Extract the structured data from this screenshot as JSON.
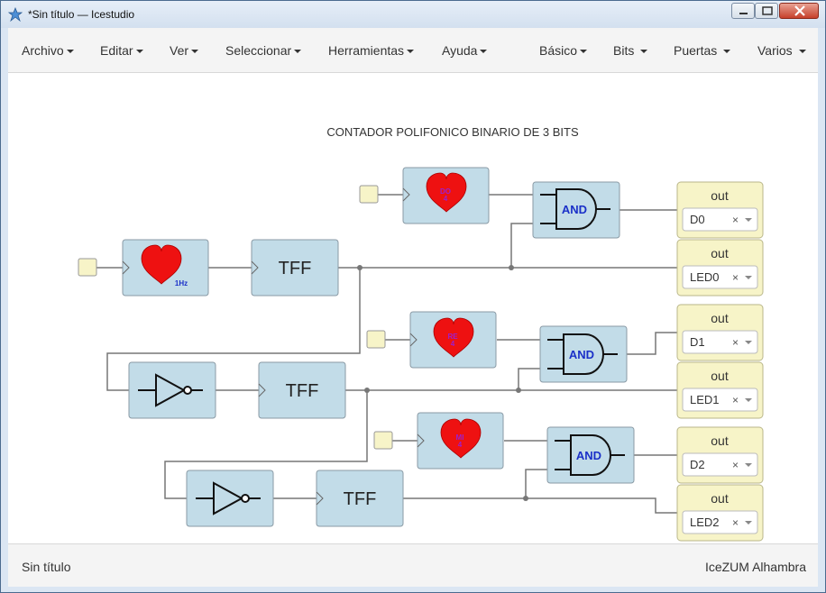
{
  "window": {
    "title": "*Sin título — Icestudio"
  },
  "menus": {
    "left": [
      {
        "label": "Archivo"
      },
      {
        "label": "Editar"
      },
      {
        "label": "Ver"
      },
      {
        "label": "Seleccionar"
      },
      {
        "label": "Herramientas"
      },
      {
        "label": "Ayuda"
      }
    ],
    "right": [
      {
        "label": "Básico"
      },
      {
        "label": "Bits"
      },
      {
        "label": "Puertas"
      },
      {
        "label": "Varios"
      }
    ]
  },
  "diagram": {
    "title": "CONTADOR POLIFONICO BINARIO DE 3 BITS",
    "clock_label": "1Hz",
    "notes": [
      {
        "line1": "DO",
        "line2": "4"
      },
      {
        "line1": "RE",
        "line2": "4"
      },
      {
        "line1": "MI",
        "line2": "4"
      }
    ],
    "tff_label": "TFF",
    "and_label": "AND",
    "out_label": "out",
    "outputs": [
      {
        "value": "D0"
      },
      {
        "value": "LED0"
      },
      {
        "value": "D1"
      },
      {
        "value": "LED1"
      },
      {
        "value": "D2"
      },
      {
        "value": "LED2"
      }
    ],
    "clear_glyph": "×"
  },
  "status": {
    "file": "Sin título",
    "board": "IceZUM Alhambra"
  },
  "colors": {
    "block": "#c2dce8",
    "input_port": "#f7f4c8",
    "heart": "#ee1111",
    "note_text": "#9b1fd0",
    "and_text": "#1a30c8"
  }
}
